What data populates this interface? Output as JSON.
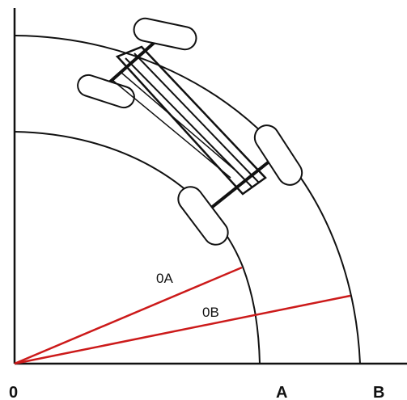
{
  "labels": {
    "origin": "0",
    "point_a": "A",
    "point_b": "B",
    "radius_a": "0A",
    "radius_b": "0B"
  },
  "colors": {
    "line": "#111111",
    "radius": "#cc1a1a",
    "background": "#ffffff"
  },
  "icons": {
    "vehicle": "tractor-chassis-icon"
  }
}
